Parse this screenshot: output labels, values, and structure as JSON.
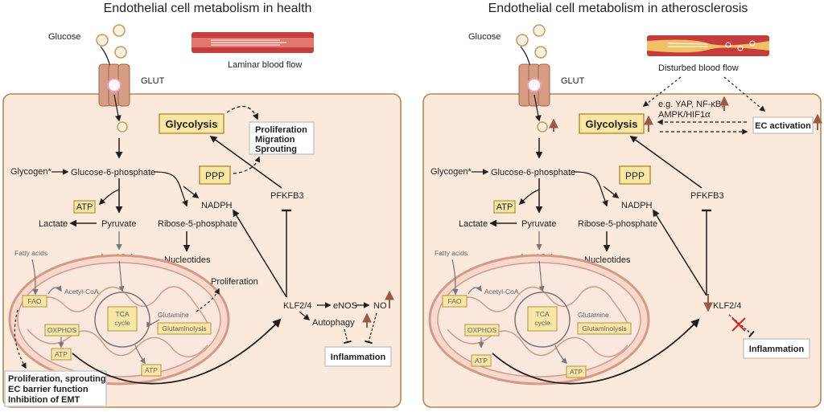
{
  "titles": {
    "left": "Endothelial cell metabolism in health",
    "right": "Endothelial cell metabolism in atherosclerosis"
  },
  "common": {
    "glucose": "Glucose",
    "glut": "GLUT",
    "glycolysis": "Glycolysis",
    "glycogen": "Glycogen*",
    "g6p": "Glucose-6-phosphate",
    "ppp": "PPP",
    "atp": "ATP",
    "lactate": "Lactate",
    "pyruvate": "Pyruvate",
    "nadph": "NADPH",
    "r5p": "Ribose-5-phosphate",
    "nucleotides": "Nucleotides",
    "pfkfb3": "PFKFB3",
    "acetylcoa": "Acetyl-CoA",
    "fatty_acids": "Fatty acids",
    "fao": "FAO",
    "oxphos": "OXPHOS",
    "tca1": "TCA",
    "tca2": "cycle",
    "glutamine": "Glutamine",
    "glutaminolysis": "Glutaminolysis",
    "klf": "KLF2/4",
    "inflammation": "Inflammation"
  },
  "left": {
    "flow": "Laminar blood flow",
    "prolif_box": [
      "Proliferation",
      "Migration",
      "Sprouting"
    ],
    "proliferation": "Proliferation",
    "enos": "eNOS",
    "no": "NO",
    "autophagy": "Autophagy",
    "bottom_box": [
      "Proliferation, sprouting",
      "EC barrier function",
      "Inhibition of EMT"
    ]
  },
  "right": {
    "flow": "Disturbed blood flow",
    "signals": [
      "e.g. YAP, NF-κB,",
      "AMPK/HIF1α"
    ],
    "ec_activation": "EC activation"
  },
  "colors": {
    "cell_fill": "#fbeadb",
    "cell_stroke": "#b78650",
    "box_fill": "#f7e6a4",
    "box_stroke": "#b8913a",
    "up_arrow": "#9a5a45",
    "inhibit_red": "#e02020"
  }
}
